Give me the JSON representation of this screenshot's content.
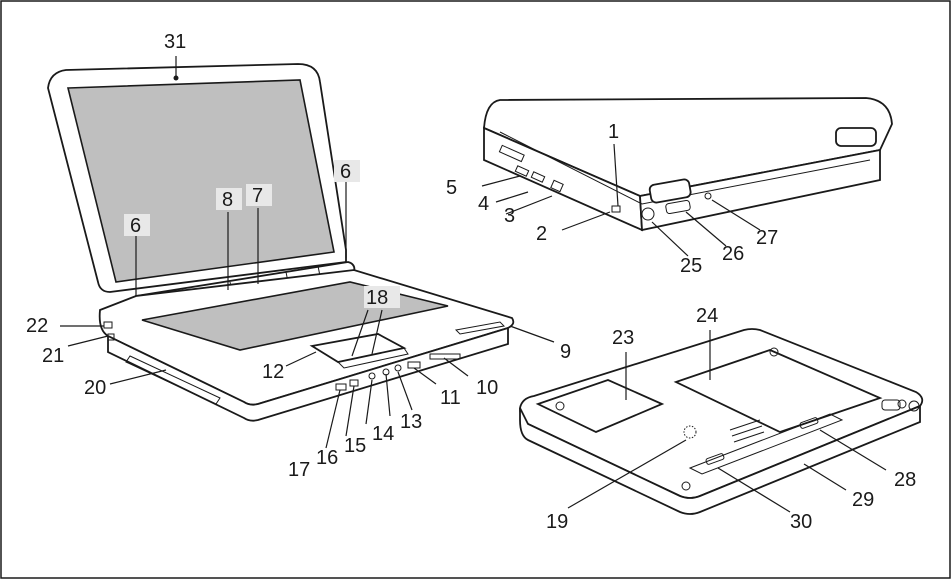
{
  "labels": [
    {
      "id": "31",
      "text": "31"
    },
    {
      "id": "6a",
      "text": "6"
    },
    {
      "id": "6b",
      "text": "6"
    },
    {
      "id": "8",
      "text": "8"
    },
    {
      "id": "7",
      "text": "7"
    },
    {
      "id": "18",
      "text": "18"
    },
    {
      "id": "22",
      "text": "22"
    },
    {
      "id": "21",
      "text": "21"
    },
    {
      "id": "20",
      "text": "20"
    },
    {
      "id": "12",
      "text": "12"
    },
    {
      "id": "9",
      "text": "9"
    },
    {
      "id": "10",
      "text": "10"
    },
    {
      "id": "11",
      "text": "11"
    },
    {
      "id": "13",
      "text": "13"
    },
    {
      "id": "14",
      "text": "14"
    },
    {
      "id": "15",
      "text": "15"
    },
    {
      "id": "16",
      "text": "16"
    },
    {
      "id": "17",
      "text": "17"
    },
    {
      "id": "1",
      "text": "1"
    },
    {
      "id": "5",
      "text": "5"
    },
    {
      "id": "4",
      "text": "4"
    },
    {
      "id": "3",
      "text": "3"
    },
    {
      "id": "2",
      "text": "2"
    },
    {
      "id": "27",
      "text": "27"
    },
    {
      "id": "26",
      "text": "26"
    },
    {
      "id": "25",
      "text": "25"
    },
    {
      "id": "23",
      "text": "23"
    },
    {
      "id": "24",
      "text": "24"
    },
    {
      "id": "28",
      "text": "28"
    },
    {
      "id": "29",
      "text": "29"
    },
    {
      "id": "30",
      "text": "30"
    },
    {
      "id": "19",
      "text": "19"
    }
  ]
}
